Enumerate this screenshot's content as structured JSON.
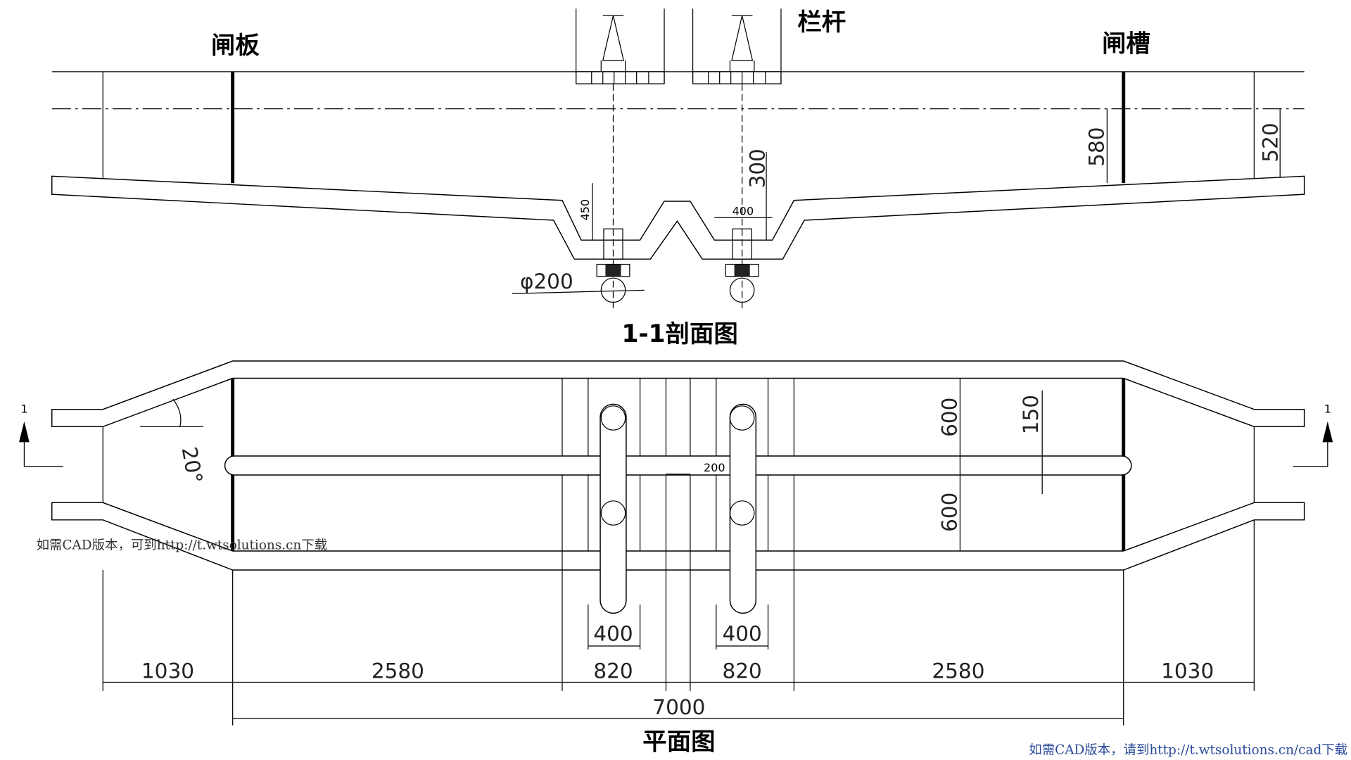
{
  "section_view": {
    "title": "1-1剖面图",
    "labels": {
      "gate_plate": "闸板",
      "railing": "栏杆",
      "gate_slot": "闸槽"
    },
    "dims": {
      "d580": "580",
      "d520": "520",
      "d300": "300",
      "d450": "450",
      "d400": "400",
      "pipe": "φ200"
    }
  },
  "plan_view": {
    "title": "平面图",
    "section_mark": "1",
    "angle": "20°",
    "dims": {
      "d600a": "600",
      "d600b": "600",
      "d150": "150",
      "d200": "200",
      "slot_left": "400",
      "slot_right": "400",
      "total": "7000"
    },
    "bottom_dims": [
      "1030",
      "2580",
      "820",
      "820",
      "2580",
      "1030"
    ]
  },
  "watermarks": {
    "left": "如需CAD版本，可到http://t.wtsolutions.cn下载",
    "bottom_right": "如需CAD版本，请到http://t.wtsolutions.cn/cad下载"
  }
}
